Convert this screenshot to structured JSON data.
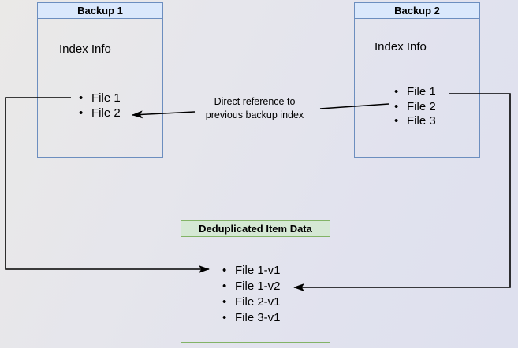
{
  "diagram": {
    "backup1": {
      "title": "Backup 1",
      "index_label": "Index Info",
      "files": [
        "File 1",
        "File 2"
      ]
    },
    "backup2": {
      "title": "Backup 2",
      "index_label": "Index Info",
      "files": [
        "File 1",
        "File 2",
        "File 3"
      ]
    },
    "dedup": {
      "title": "Deduplicated Item Data",
      "files": [
        "File 1-v1",
        "File 1-v2",
        "File 2-v1",
        "File 3-v1"
      ]
    },
    "edge_label": "Direct reference to\nprevious backup index",
    "colors": {
      "backup_header_fill": "#dae8fc",
      "backup_border": "#6c8ebf",
      "dedup_header_fill": "#d5e8d4",
      "dedup_border": "#82b366",
      "connector": "#000000",
      "text": "#000000"
    }
  }
}
